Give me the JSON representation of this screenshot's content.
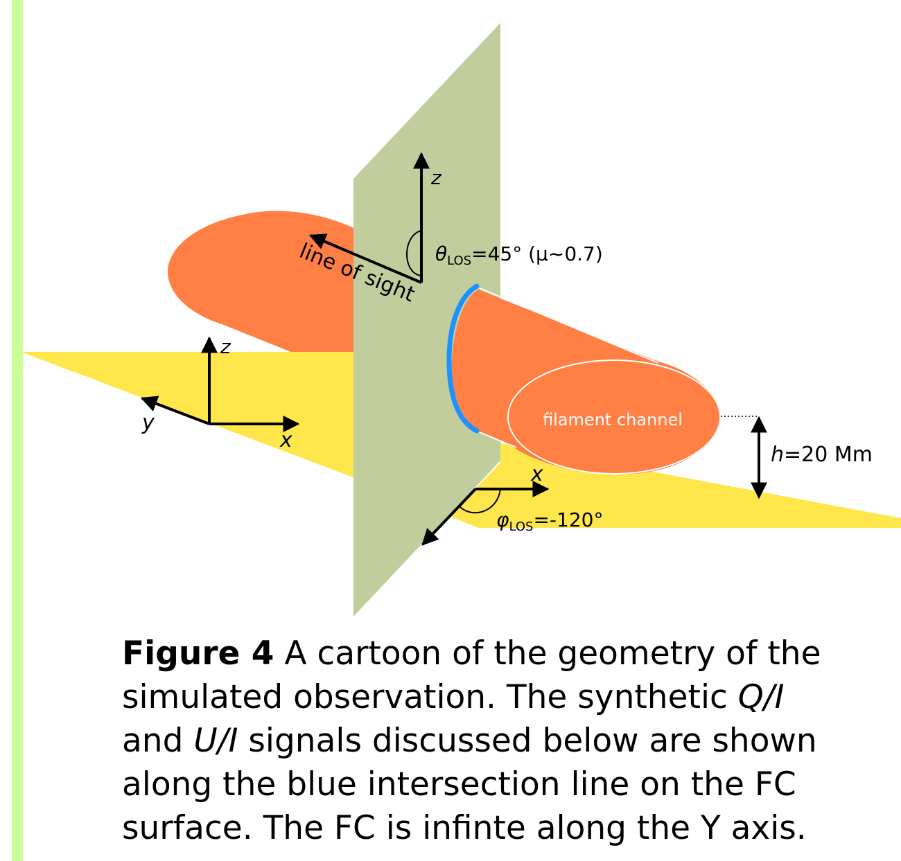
{
  "diagram": {
    "labels": {
      "z_vertical": "z",
      "line_of_sight": "line of sight",
      "theta_symbol": "θ",
      "theta_sub": "LOS",
      "theta_value": "=45° (μ~0.7)",
      "z_ground": "z",
      "y_ground": "y",
      "x_ground": "x",
      "x_angle": "x",
      "phi_symbol": "φ",
      "phi_sub": "LOS",
      "phi_value": "=-120°",
      "filament_channel": "filament channel",
      "h_symbol": "h",
      "h_value": "=20 Mm"
    },
    "colors": {
      "ground_plane": "#ffe64a",
      "vertical_plane": "#c2cd9e",
      "filament": "#ff7f45",
      "intersection_line": "#1e90ff",
      "left_bar": "#ccff99"
    }
  },
  "caption": {
    "figure_label": "Figure 4",
    "line1_rest": " A cartoon of the geometry of the",
    "line2_start": "simulated observation. The synthetic ",
    "line2_q": "Q/I",
    "line3_start": "and ",
    "line3_u": "U/I",
    "line3_rest": " signals discussed below are shown",
    "line4": "along the blue intersection line on the FC",
    "line5": "surface. The FC is infinte along the Y axis."
  }
}
